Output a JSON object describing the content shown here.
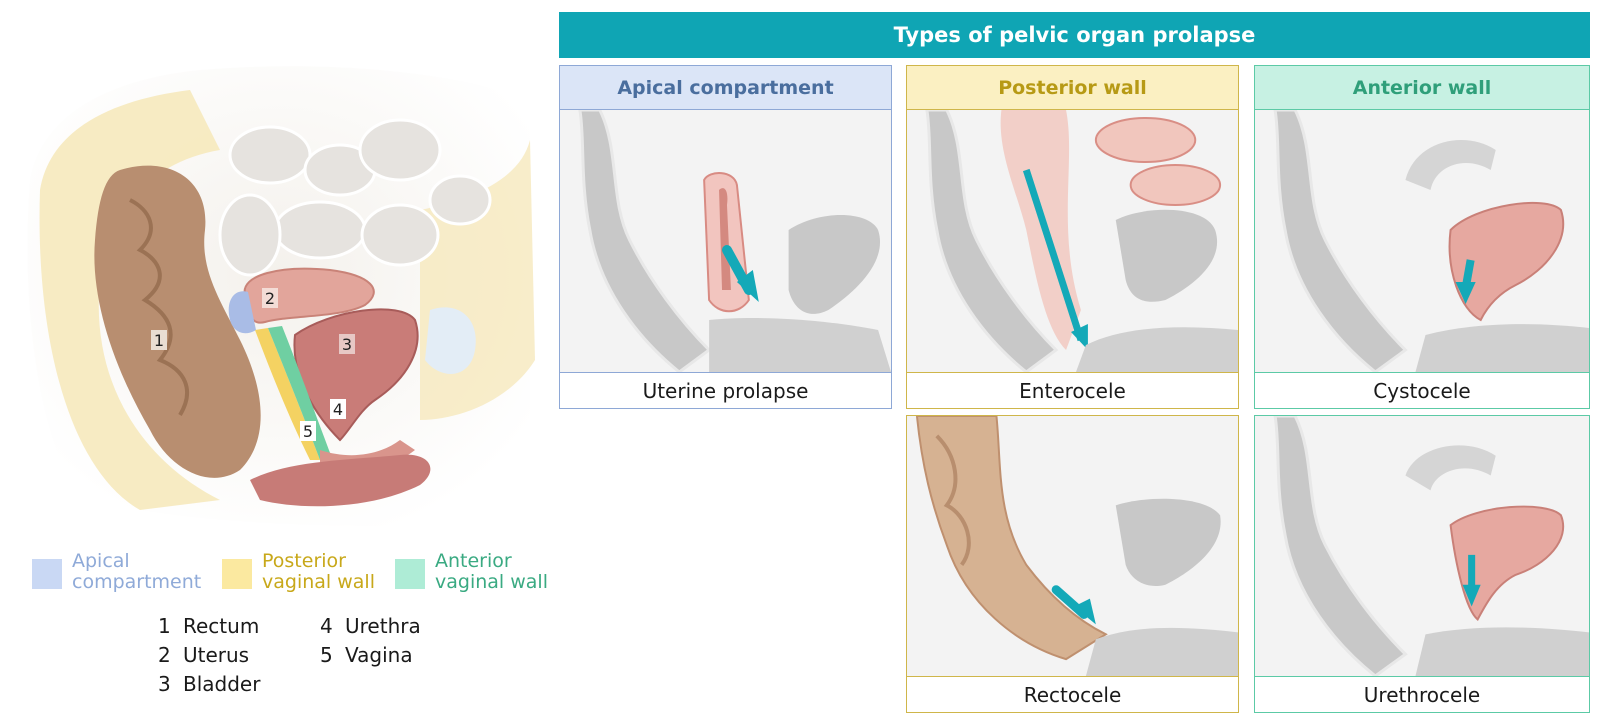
{
  "title": "Types of pelvic organ prolapse",
  "labels": [
    "1",
    "2",
    "3",
    "4",
    "5"
  ],
  "legend": [
    {
      "text": "Apical\ncompartment",
      "color": "#8faad8",
      "swatch": "#c9d8f4"
    },
    {
      "text": "Posterior\nvaginal wall",
      "color": "#c8a81a",
      "swatch": "#fbe9a0"
    },
    {
      "text": "Anterior\nvaginal wall",
      "color": "#3aaa82",
      "swatch": "#aeecd6"
    }
  ],
  "key": [
    [
      {
        "num": "1",
        "name": "Rectum"
      },
      {
        "num": "2",
        "name": "Uterus"
      },
      {
        "num": "3",
        "name": "Bladder"
      }
    ],
    [
      {
        "num": "4",
        "name": "Urethra"
      },
      {
        "num": "5",
        "name": "Vagina"
      }
    ]
  ],
  "compartments": {
    "apical": "Apical compartment",
    "posterior": "Posterior wall",
    "anterior": "Anterior wall"
  },
  "types": {
    "uterine_prolapse": "Uterine prolapse",
    "enterocele": "Enterocele",
    "cystocele": "Cystocele",
    "rectocele": "Rectocele",
    "urethrocele": "Urethrocele"
  },
  "colors": {
    "banner": "#0fa5b4",
    "arrow": "#14a9b8",
    "apical": "#8ea8d6",
    "posterior": "#cfb64a",
    "anterior": "#5ccaa6"
  }
}
